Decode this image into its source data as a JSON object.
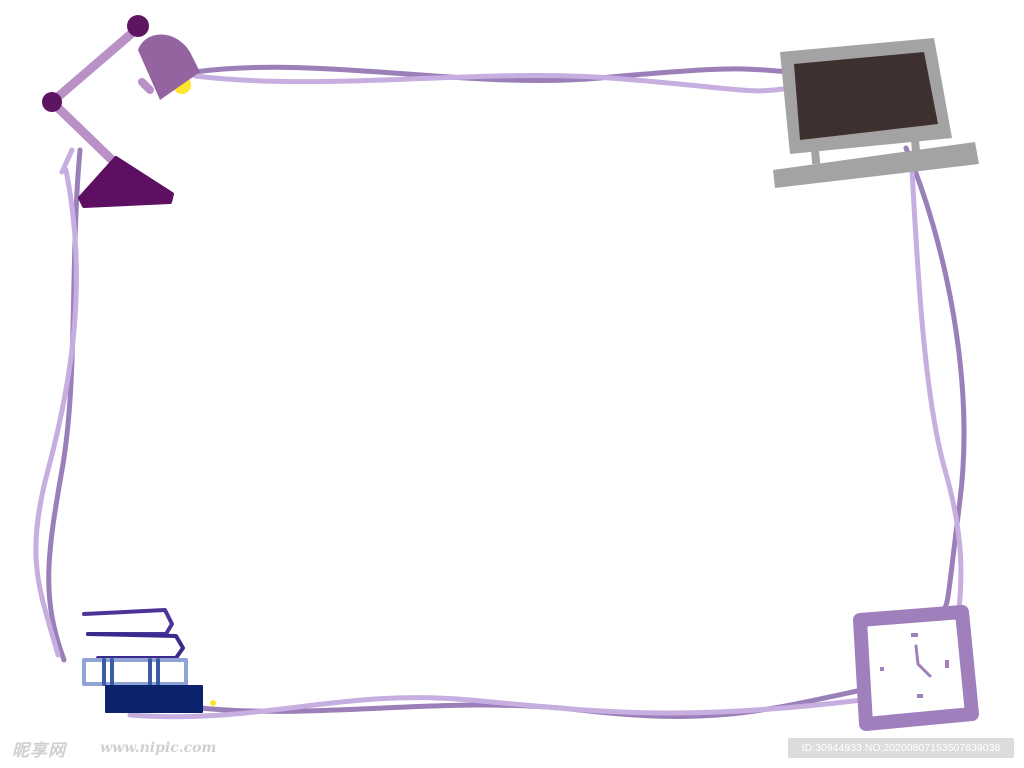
{
  "colors": {
    "line_dark": "#9b7fb9",
    "line_light": "#c6aee0",
    "lamp_arm": "#b991c6",
    "lamp_joint": "#5d1561",
    "lamp_shade": "#93649f",
    "lamp_base": "#5d0f62",
    "bulb": "#fce52a",
    "monitor_frame": "#a3a3a3",
    "monitor_screen": "#3d302e",
    "clock_frame": "#a07fbd",
    "clock_marks": "#a07fbd",
    "book_top": "#4b3495",
    "book_mid": "#3b2b8c",
    "book_light": "#8fa3d6",
    "book_bottom": "#0b226c",
    "watermark": "#d0d0d0",
    "badge_bg": "#dcdcdc"
  },
  "icons": [
    "desk-lamp-icon",
    "computer-monitor-icon",
    "book-stack-icon",
    "wall-clock-icon"
  ],
  "watermark": {
    "logo": "昵享网",
    "url": "www.nipic.com",
    "id_text": "ID:30944933 NO:20200807153507839038"
  }
}
